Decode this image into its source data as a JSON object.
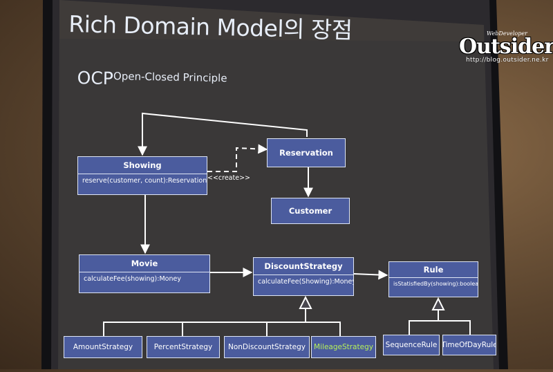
{
  "slide": {
    "title": "Rich Domain Model의 장점",
    "subtitle_main": "OCP",
    "subtitle_sup": "Open-Closed Principle"
  },
  "watermark": {
    "tag": "WebDeveloper",
    "logo": "Outsider",
    "url": "http://blog.outsider.ne.kr"
  },
  "diagram": {
    "showing": {
      "name": "Showing",
      "method": "reserve(customer, count):Reservation"
    },
    "reservation": {
      "name": "Reservation"
    },
    "customer": {
      "name": "Customer"
    },
    "movie": {
      "name": "Movie",
      "method": "calculateFee(showing):Money"
    },
    "discount_strategy": {
      "name": "DiscountStrategy",
      "method": "calculateFee(Showing):Money"
    },
    "rule": {
      "name": "Rule",
      "method": "isStatisfiedBy(showing):boolean"
    },
    "create_label": "<<create>>",
    "strategies": [
      "AmountStrategy",
      "PercentStrategy",
      "NonDiscountStrategy",
      "MileageStrategy"
    ],
    "rules": [
      "SequenceRule",
      "TimeOfDayRule"
    ],
    "highlight_color": "#b6f05a",
    "box_color": "#4b5c9e"
  }
}
